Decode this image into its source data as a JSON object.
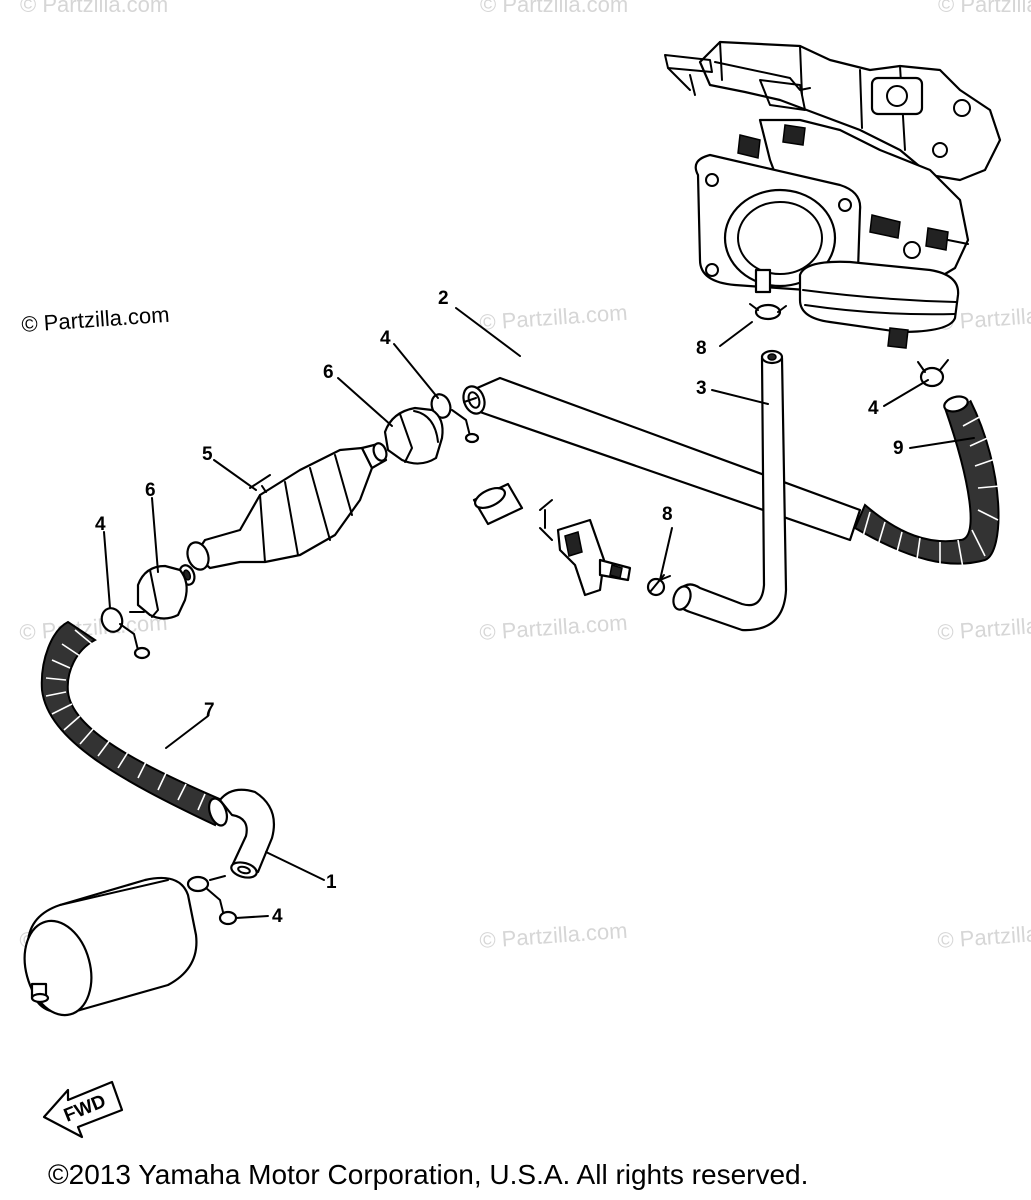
{
  "watermarks": {
    "text": "© Partzilla.com",
    "prominent": "© Partzilla.com"
  },
  "callouts": {
    "c1": "1",
    "c2": "2",
    "c3": "3",
    "c4a": "4",
    "c4b": "4",
    "c4c": "4",
    "c4d": "4",
    "c5": "5",
    "c6a": "6",
    "c6b": "6",
    "c7": "7",
    "c8a": "8",
    "c8b": "8",
    "c9": "9"
  },
  "fwd_label": "FWD",
  "copyright": "©2013 Yamaha Motor Corporation, U.S.A. All rights reserved."
}
